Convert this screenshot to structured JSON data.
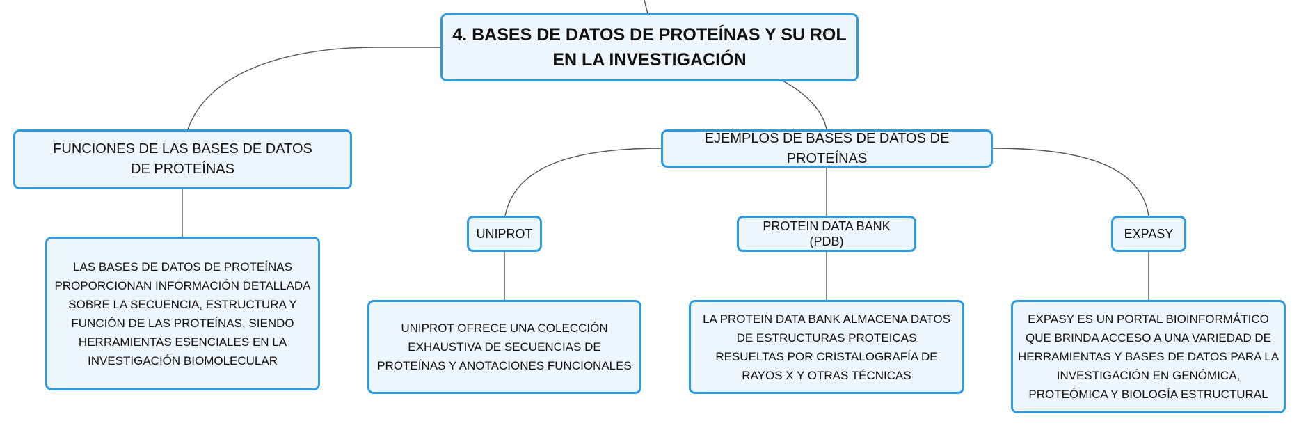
{
  "central": {
    "title": "4. BASES DE DATOS DE PROTEÍNAS Y SU ROL EN LA INVESTIGACIÓN"
  },
  "functions": {
    "title": "FUNCIONES DE LAS BASES DE DATOS DE PROTEÍNAS",
    "description": "LAS BASES DE DATOS DE PROTEÍNAS PROPORCIONAN INFORMACIÓN DETALLADA SOBRE LA SECUENCIA, ESTRUCTURA Y FUNCIÓN DE LAS PROTEÍNAS, SIENDO HERRAMIENTAS ESENCIALES EN LA INVESTIGACIÓN BIOMOLECULAR"
  },
  "examples": {
    "title": "EJEMPLOS DE BASES DE DATOS DE PROTEÍNAS",
    "items": [
      {
        "name": "UNIPROT",
        "description": "UNIPROT OFRECE UNA COLECCIÓN EXHAUSTIVA DE SECUENCIAS DE PROTEÍNAS Y ANOTACIONES FUNCIONALES"
      },
      {
        "name": "PROTEIN DATA BANK (PDB)",
        "description": "LA PROTEIN DATA BANK ALMACENA DATOS DE ESTRUCTURAS PROTEICAS RESUELTAS POR CRISTALOGRAFÍA DE RAYOS X Y OTRAS TÉCNICAS"
      },
      {
        "name": "EXPASY",
        "description": "EXPASY ES UN PORTAL BIOINFORMÁTICO QUE BRINDA ACCESO A UNA VARIEDAD DE HERRAMIENTAS Y BASES DE DATOS PARA LA INVESTIGACIÓN EN GENÓMICA, PROTEÓMICA Y BIOLOGÍA ESTRUCTURAL"
      }
    ]
  },
  "colors": {
    "node_border": "#2d9be0",
    "node_fill": "#eef6fd",
    "connector": "#555555",
    "text": "#111111"
  }
}
